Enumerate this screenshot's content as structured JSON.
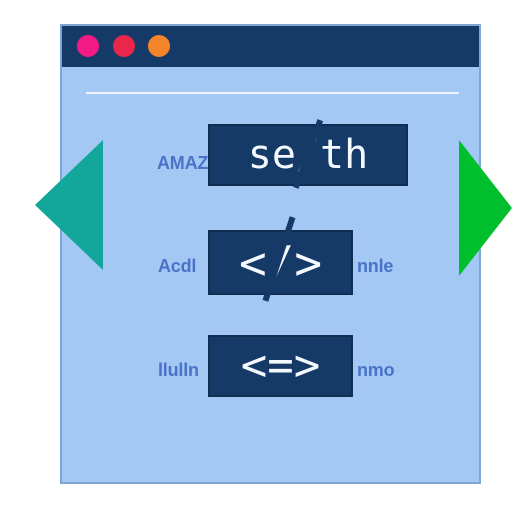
{
  "window": {
    "titlebar_color": "#153a67",
    "body_color": "#a3c8f4",
    "dots": [
      {
        "name": "pink-dot",
        "color": "#f21b86"
      },
      {
        "name": "red-dot",
        "color": "#ea274a"
      },
      {
        "name": "orange-dot",
        "color": "#f4852a"
      }
    ]
  },
  "code_blocks": [
    {
      "text": "se/th"
    },
    {
      "text": "</>"
    },
    {
      "text": "<=>"
    }
  ],
  "labels": {
    "left_1": "AMAZ",
    "left_2": "Acdl",
    "right_2": "nnle",
    "left_3": "llulln",
    "right_3": "nmo"
  },
  "navigation": {
    "prev_arrow": {
      "icon": "left-triangle-icon",
      "color": "#12a79a"
    },
    "next_arrow": {
      "icon": "right-triangle-icon",
      "color": "#00bf2d"
    }
  }
}
